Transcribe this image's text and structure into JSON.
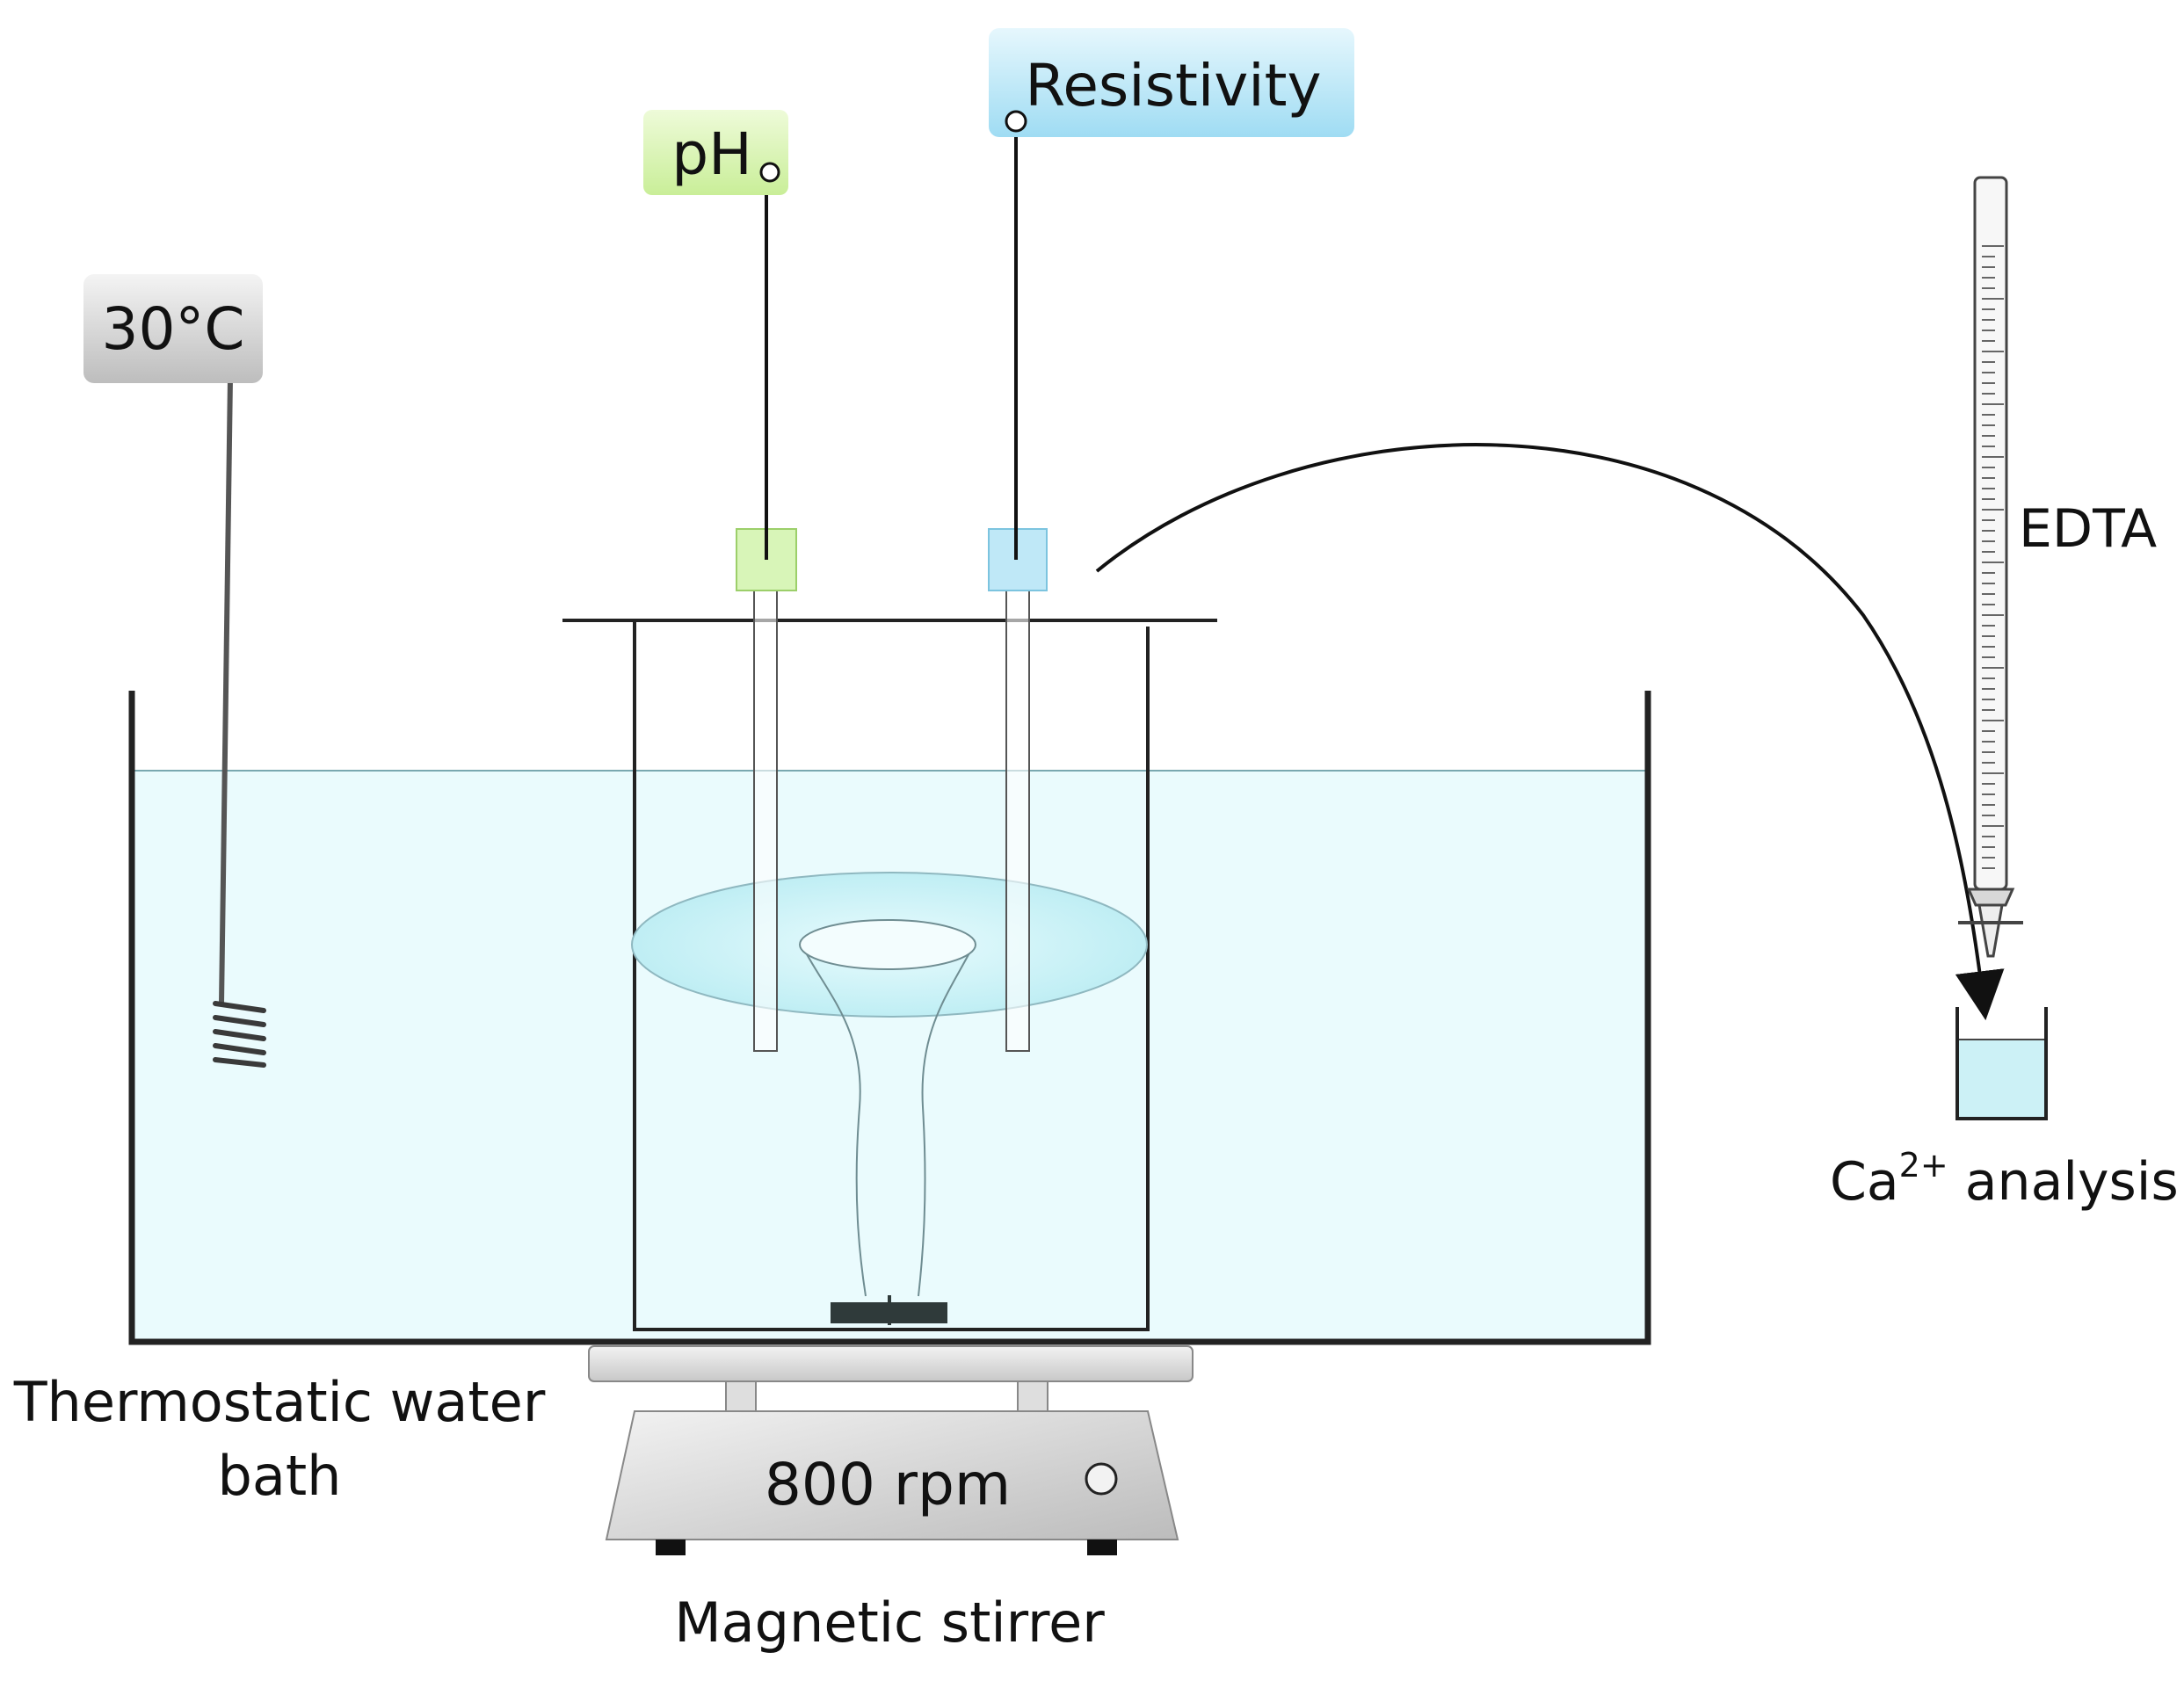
{
  "labels": {
    "temperature": "30°C",
    "ph": "pH",
    "resistivity": "Resistivity",
    "edta": "EDTA",
    "ca_analysis_prefix": "Ca",
    "ca_analysis_superscript": "2+",
    "ca_analysis_suffix": " analysis",
    "water_bath_line1": "Thermostatic water",
    "water_bath_line2": "bath",
    "stirrer_speed": "800 rpm",
    "magnetic_stirrer": "Magnetic stirrer"
  },
  "colors": {
    "water": "#eafbfd",
    "water_line": "#7aa8b0",
    "ph_probe": "#d8f5b8",
    "resistivity_probe": "#bfe8f7",
    "temperature_box": "#dcdcdc",
    "stirrer_body": "#e6e6e6",
    "stir_bar": "#2f3a3a",
    "outline": "#222222"
  }
}
